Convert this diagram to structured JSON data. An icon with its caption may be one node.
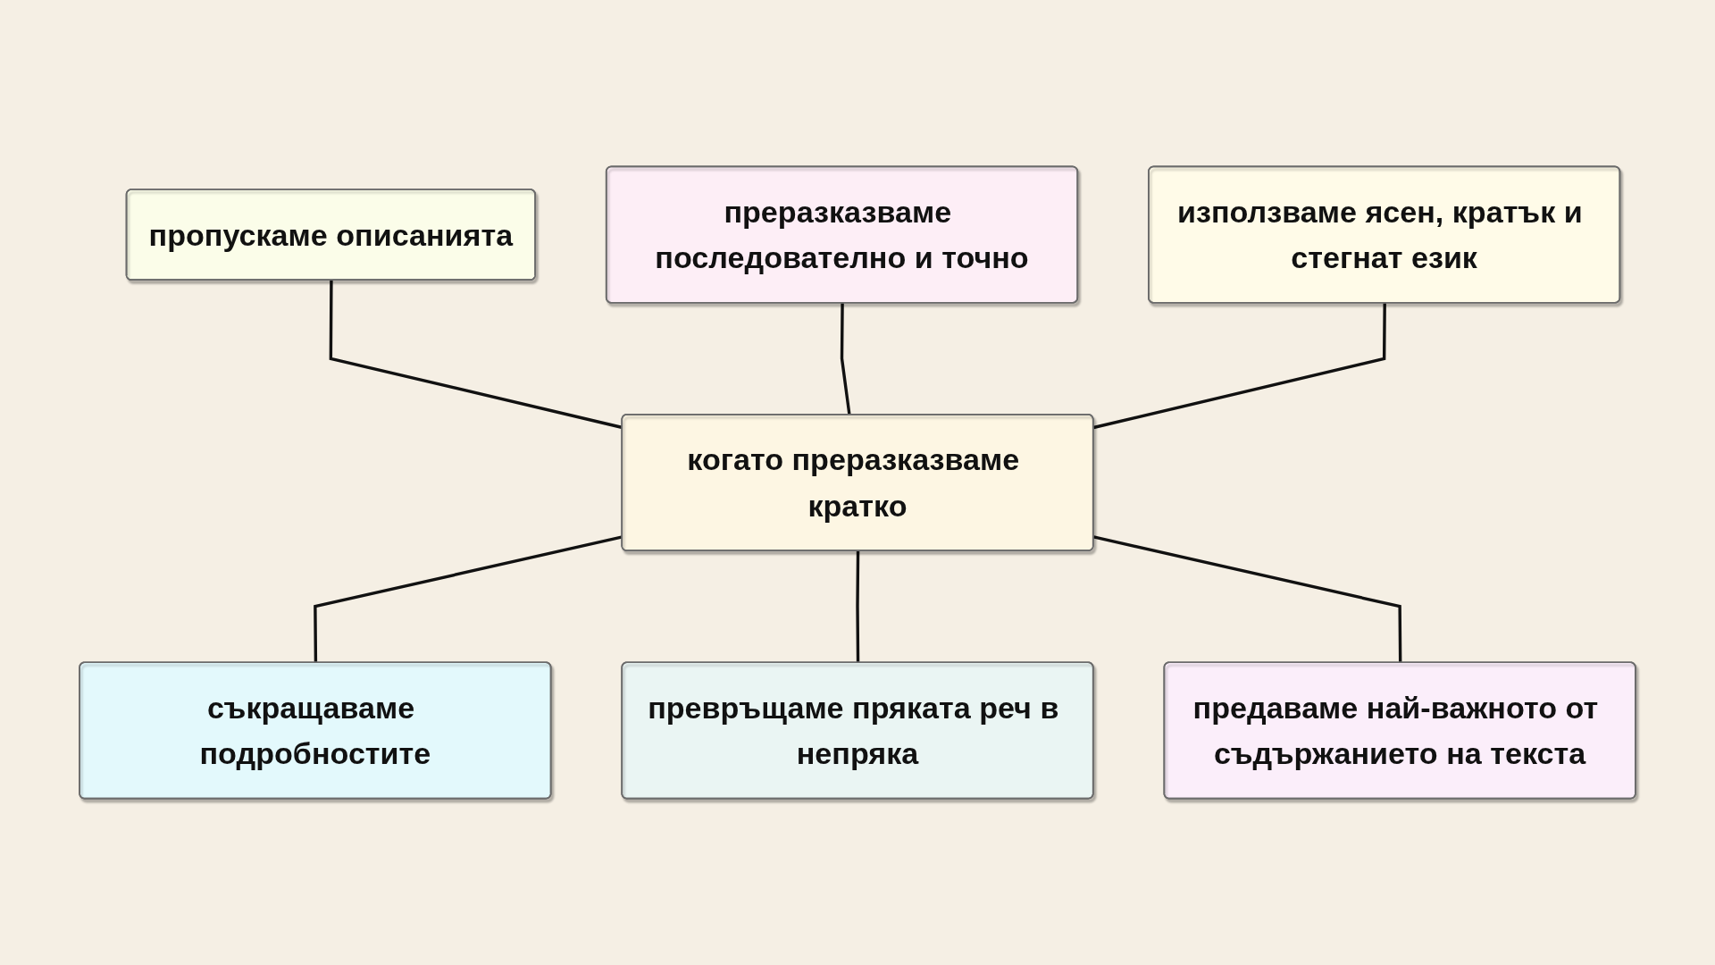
{
  "diagram": {
    "nodes": [
      {
        "text": [
          "преразказваме последователно и точно"
        ]
      },
      {
        "text": [
          "пропускаме описанията"
        ]
      },
      {
        "text": [
          "използваме ясен, кратък и стегнат език"
        ]
      },
      {
        "text": [
          "когато преразказваме кратко"
        ]
      },
      {
        "text": [
          "съкращаваме подробностите"
        ]
      },
      {
        "text": [
          "предаваме най-важното от съдържанието на текста"
        ]
      },
      {
        "text": [
          "превръщаме пряката реч в непряка"
        ]
      }
    ],
    "edges": [
      {
        "from": 1,
        "to": 3,
        "arrow": "none"
      },
      {
        "from": 0,
        "to": 3,
        "arrow": "none"
      },
      {
        "from": 2,
        "to": 3,
        "arrow": "none"
      },
      {
        "from": 3,
        "to": 4,
        "arrow": "none"
      },
      {
        "from": 3,
        "to": 6,
        "arrow": "none"
      },
      {
        "from": 3,
        "to": 5,
        "arrow": "none"
      }
    ]
  }
}
